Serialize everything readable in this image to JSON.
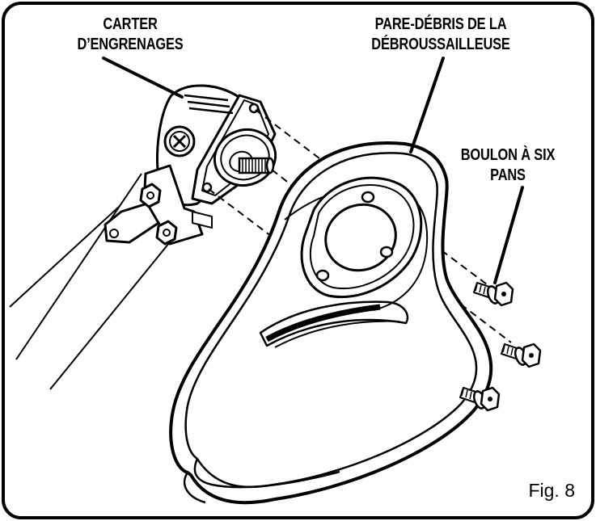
{
  "labels": {
    "carter": {
      "line1": "CARTER",
      "line2": "D’ENGRENAGES"
    },
    "pare_debris": {
      "line1": "PARE-DÉBRIS DE LA",
      "line2": "DÉBROUSSAILLEUSE"
    },
    "boulon": {
      "line1": "BOULON À SIX",
      "line2": "PANS"
    }
  },
  "figure_caption": "Fig. 8",
  "colors": {
    "line": "#000000",
    "background": "#ffffff"
  }
}
